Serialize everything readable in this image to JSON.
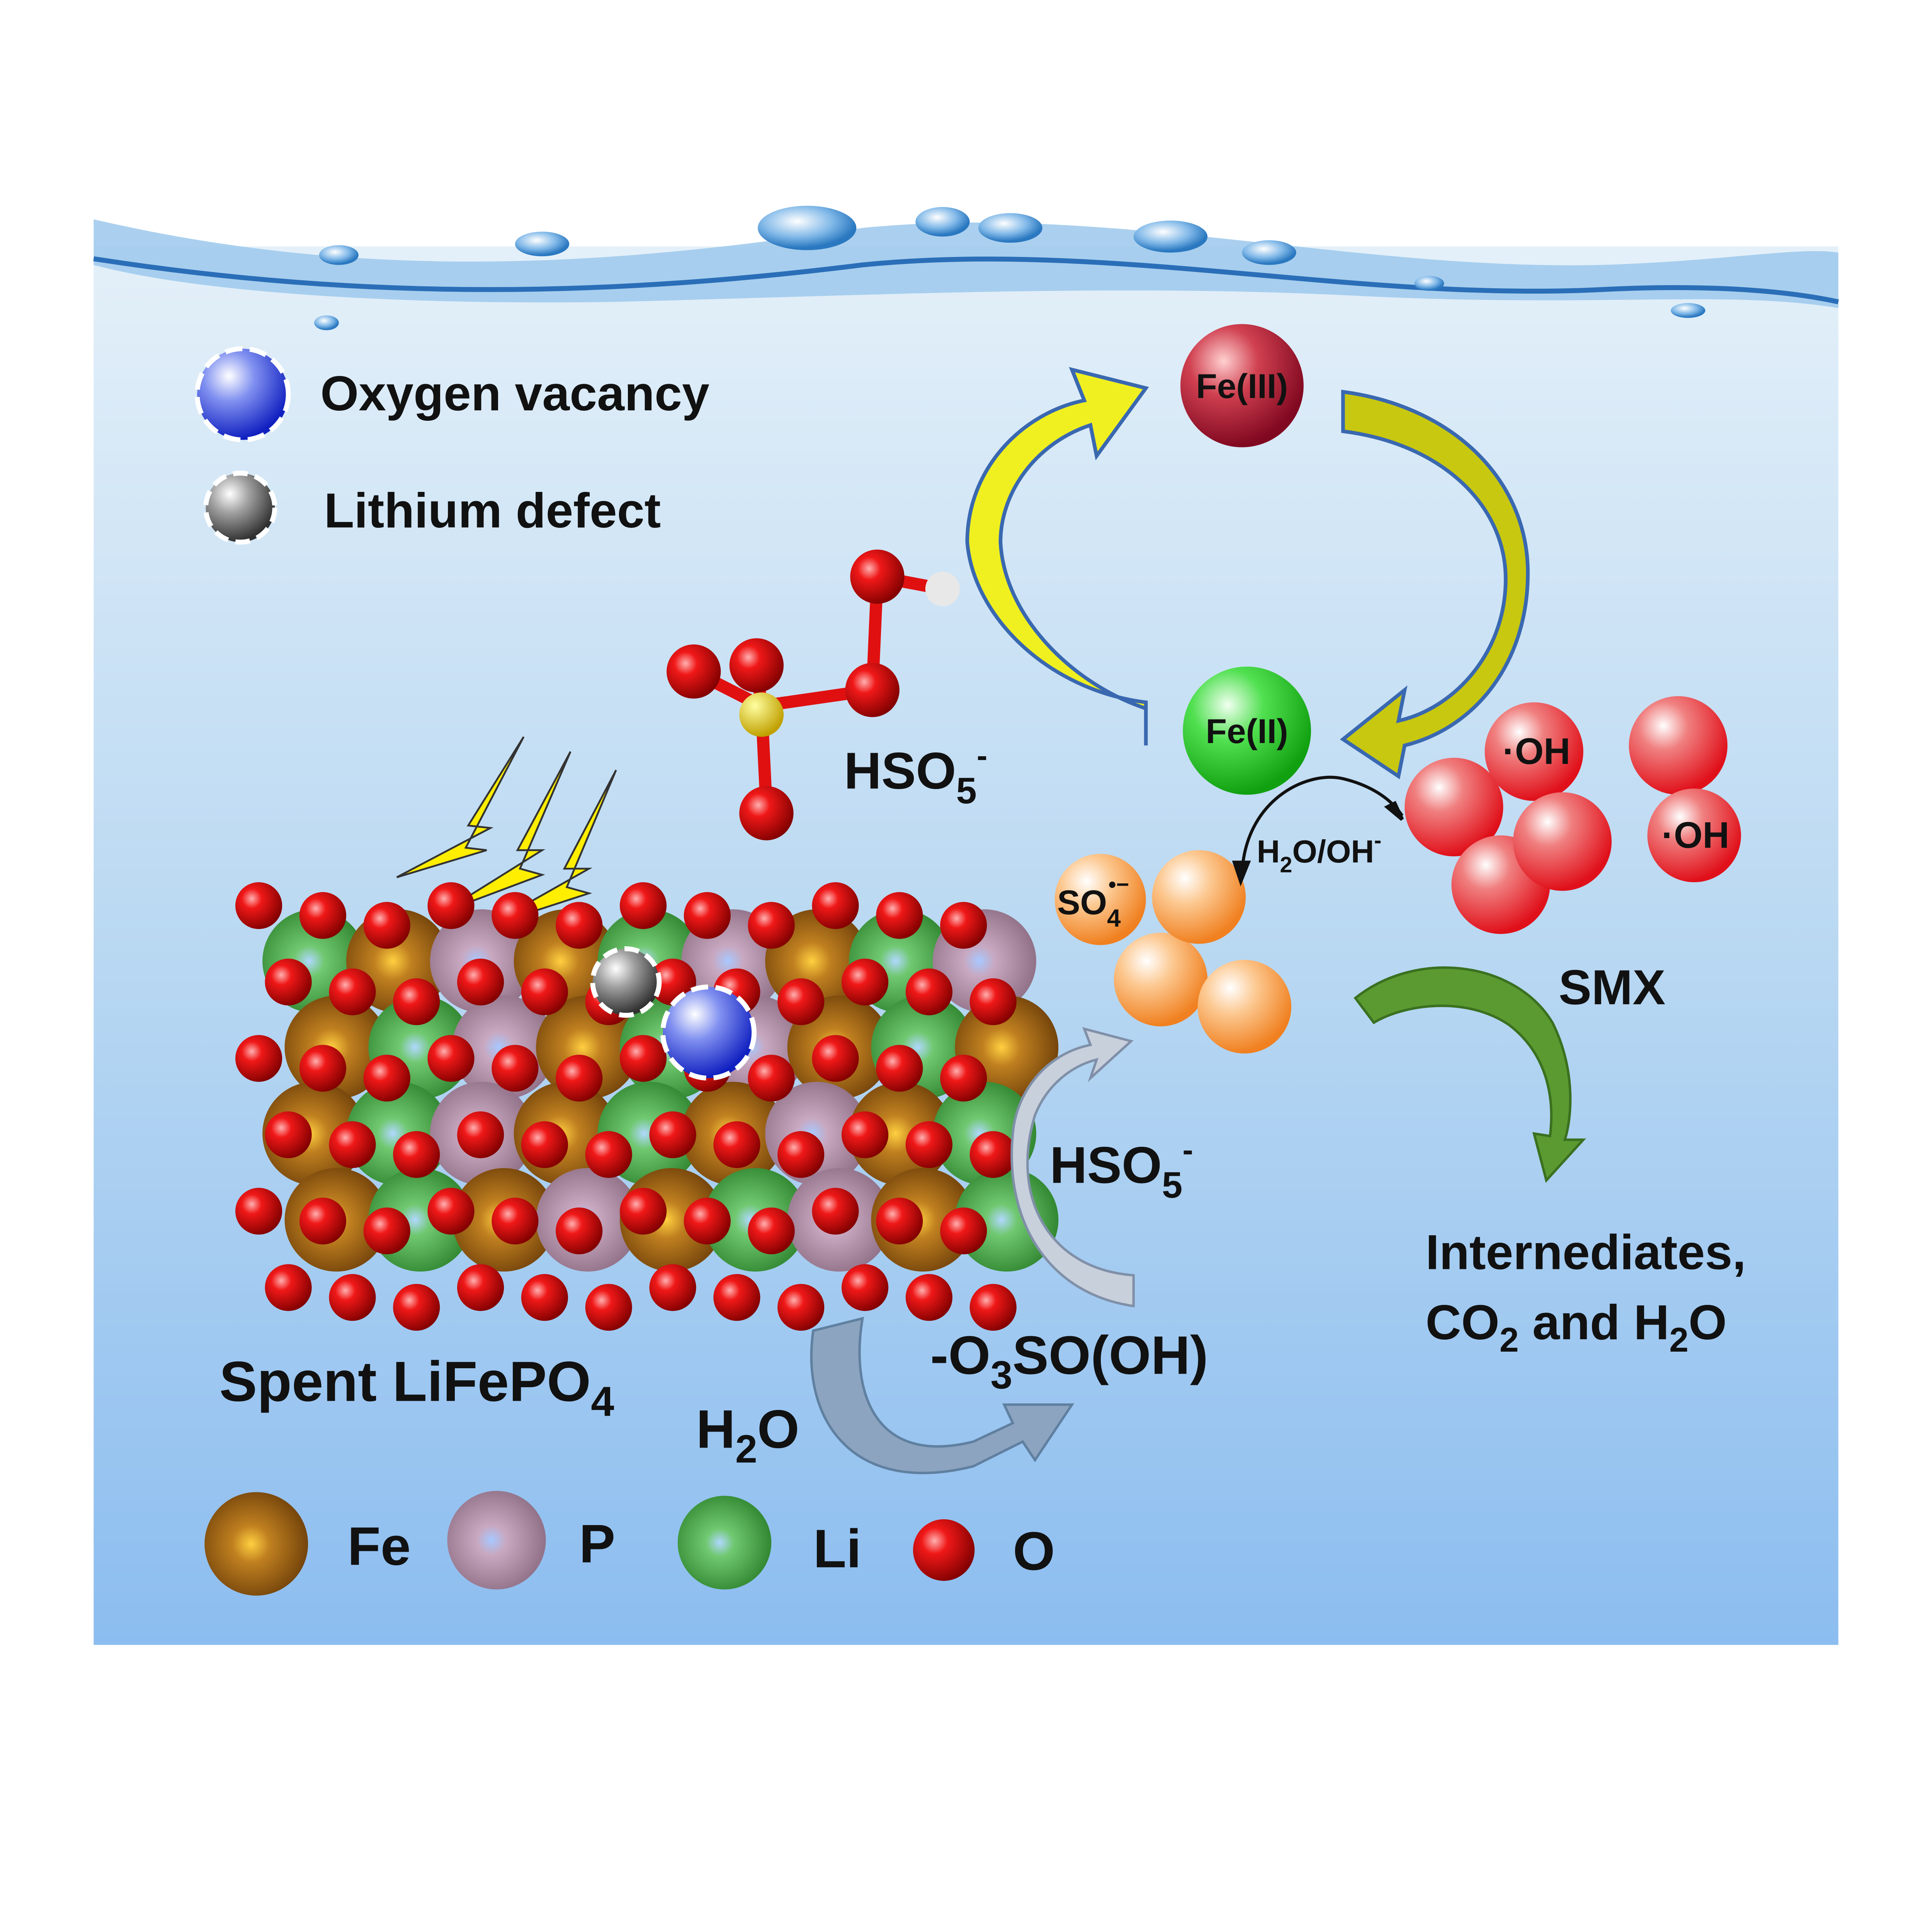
{
  "legend_top": {
    "oxygen_vacancy": "Oxygen vacancy",
    "lithium_defect": "Lithium defect"
  },
  "cycle": {
    "fe3": "Fe(III)",
    "fe2": "Fe(II)"
  },
  "labels": {
    "hso5_top": {
      "main": "HSO",
      "sub": "5",
      "sup": "-"
    },
    "hso5_mid": {
      "main": "HSO",
      "sub": "5",
      "sup": "-"
    },
    "so4": {
      "main": "SO",
      "sub": "4",
      "sup": "•−"
    },
    "h2o_oh": {
      "a": "H",
      "sub": "2",
      "b": "O/OH",
      "sup": "-"
    },
    "oh1": "·OH",
    "oh2": "·OH",
    "smx": "SMX",
    "products_line1": "Internediates,",
    "products_line2": {
      "a": "CO",
      "sub1": "2",
      "b": " and H",
      "sub2": "2",
      "c": "O"
    },
    "spent": {
      "main": "Spent LiFePO",
      "sub": "4"
    },
    "h2o": {
      "a": "H",
      "sub": "2",
      "b": "O"
    },
    "o3so": {
      "a": "-O",
      "sub": "3",
      "b": "SO(OH)"
    }
  },
  "legend_bottom": {
    "fe": "Fe",
    "p": "P",
    "li": "Li",
    "o": "O"
  },
  "colors": {
    "fe": "#a0651a",
    "p": "#b89aaa",
    "li": "#5cba5c",
    "o": "#e0101a",
    "fe3": "#c0203a",
    "fe2": "#30d030",
    "sulfate_radical": "#f59030",
    "hydroxyl_radical": "#e8202a",
    "cycle_arrow": "#f0f020",
    "water_top": "#dcebf7",
    "water_bottom": "#8cbdf0"
  }
}
